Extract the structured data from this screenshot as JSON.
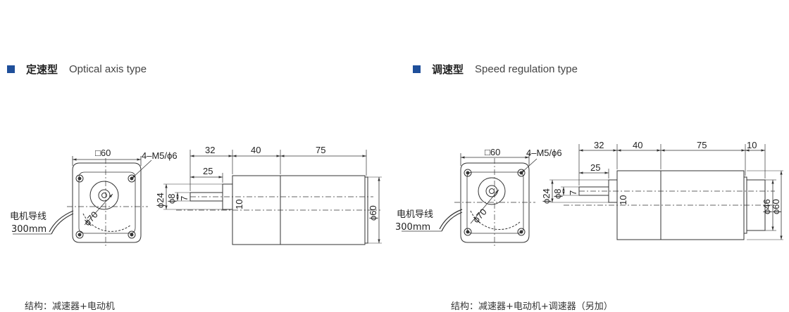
{
  "left": {
    "heading_zh": "定速型",
    "heading_en": "Optical axis type",
    "caption": "结构：减速器+电动机",
    "lead_label_1": "电机导线",
    "lead_label_2": "300mm",
    "dims": {
      "square": "□60",
      "screws": "4–M5/ϕ6",
      "d32": "32",
      "d40": "40",
      "d75": "75",
      "d25": "25",
      "phi24": "ϕ24",
      "phi8": "ϕ8",
      "seven": "7",
      "ten": "10",
      "phi60": "ϕ60",
      "phi70": "ϕ70"
    }
  },
  "right": {
    "heading_zh": "调速型",
    "heading_en": "Speed regulation type",
    "caption": "结构：减速器+电动机+调速器（另加）",
    "lead_label_1": "电机导线",
    "lead_label_2": "300mm",
    "dims": {
      "square": "□60",
      "screws": "4–M5/ϕ6",
      "d32": "32",
      "d40": "40",
      "d75": "75",
      "d10": "10",
      "d25": "25",
      "phi24": "ϕ24",
      "phi8": "ϕ8",
      "seven": "7",
      "ten": "10",
      "phi46": "ϕ46",
      "phi60": "ϕ60",
      "phi70": "ϕ70"
    }
  }
}
